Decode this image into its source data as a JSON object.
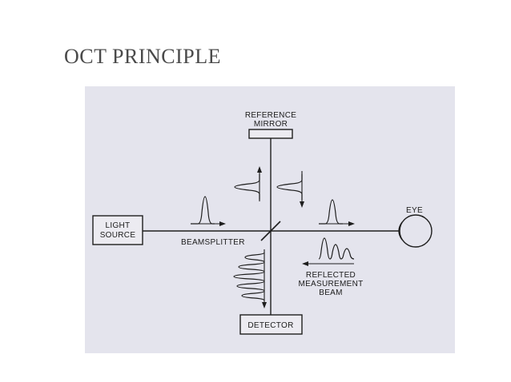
{
  "slide": {
    "title": "OCT PRINCIPLE"
  },
  "diagram": {
    "reference_mirror": {
      "label_line1": "REFERENCE",
      "label_line2": "MIRROR"
    },
    "light_source": {
      "label_line1": "LIGHT",
      "label_line2": "SOURCE"
    },
    "beamsplitter": {
      "label": "BEAMSPLITTER"
    },
    "eye": {
      "label": "EYE"
    },
    "detector": {
      "label": "DETECTOR"
    },
    "reflected_beam": {
      "label_line1": "REFLECTED",
      "label_line2": "MEASUREMENT",
      "label_line3": "BEAM"
    }
  },
  "colors": {
    "panel_background": "#e4e4ed",
    "line": "#1e1e1e",
    "title": "#4a4a4a"
  }
}
